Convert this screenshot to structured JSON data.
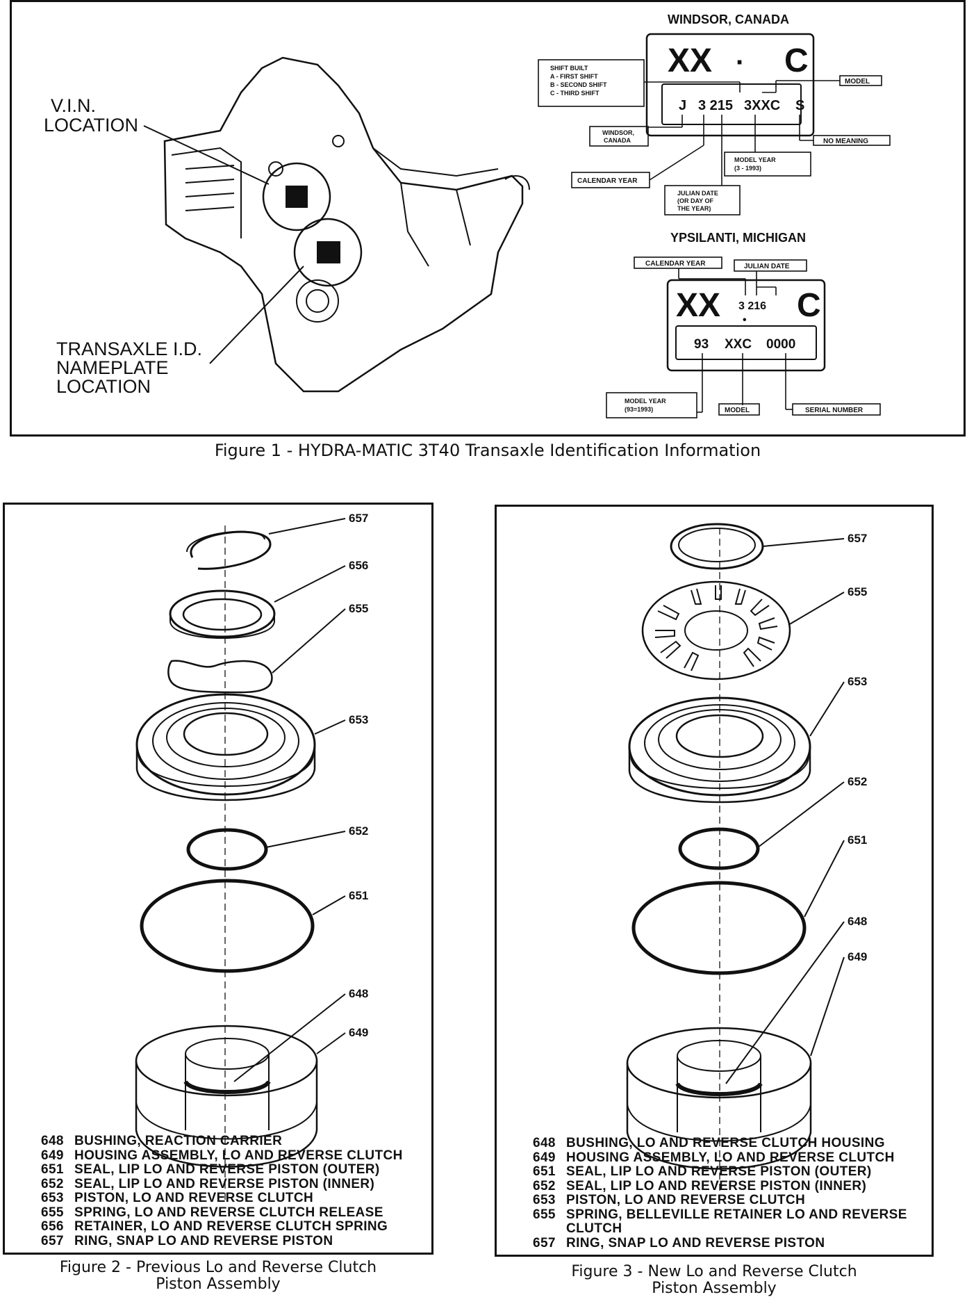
{
  "figure1": {
    "caption": "Figure 1  - HYDRA-MATIC 3T40 Transaxle Identification Information",
    "vin_label": [
      "V.I.N.",
      "LOCATION"
    ],
    "nameplate_label": [
      "TRANSAXLE I.D.",
      "NAMEPLATE",
      "LOCATION"
    ],
    "windsor": {
      "title": "WINDSOR, CANADA",
      "plate_top_left": "XX",
      "plate_top_dot": "·",
      "plate_top_right": "C",
      "plate_codes": [
        "J",
        "3 215",
        "3XXC",
        "S"
      ],
      "shift_built": [
        "SHIFT BUILT",
        "A - FIRST SHIFT",
        "B - SECOND SHIFT",
        "C - THIRD SHIFT"
      ],
      "model": "MODEL",
      "no_meaning": "NO MEANING",
      "plant": [
        "WINDSOR,",
        "CANADA"
      ],
      "model_year": [
        "MODEL YEAR",
        "(3 - 1993)"
      ],
      "calendar_year": "CALENDAR YEAR",
      "julian_date": [
        "JULIAN DATE",
        "(OR DAY OF",
        "THE YEAR)"
      ]
    },
    "ypsilanti": {
      "title": "YPSILANTI, MICHIGAN",
      "calendar_year": "CALENDAR YEAR",
      "julian_date": "JULIAN DATE",
      "plate_top_left": "XX",
      "plate_top_mid": "3 216",
      "plate_top_dot": "•",
      "plate_top_right": "C",
      "plate_codes": [
        "93",
        "XXC",
        "0000"
      ],
      "model_year": [
        "MODEL YEAR",
        "(93=1993)"
      ],
      "model": "MODEL",
      "serial_number": "SERIAL NUMBER"
    }
  },
  "figure2": {
    "caption_line1": "Figure 2 - Previous Lo and Reverse Clutch",
    "caption_line2": "Piston Assembly",
    "callouts": [
      "657",
      "656",
      "655",
      "653",
      "652",
      "651",
      "648",
      "649"
    ],
    "legend": [
      {
        "num": "648",
        "desc": "BUSHING, REACTION CARRIER"
      },
      {
        "num": "649",
        "desc": "HOUSING ASSEMBLY, LO AND REVERSE CLUTCH"
      },
      {
        "num": "651",
        "desc": "SEAL, LIP LO AND REVERSE PISTON (OUTER)"
      },
      {
        "num": "652",
        "desc": "SEAL, LIP LO AND REVERSE PISTON (INNER)"
      },
      {
        "num": "653",
        "desc": "PISTON, LO AND REVERSE CLUTCH"
      },
      {
        "num": "655",
        "desc": "SPRING, LO AND REVERSE CLUTCH RELEASE"
      },
      {
        "num": "656",
        "desc": "RETAINER, LO AND REVERSE CLUTCH SPRING"
      },
      {
        "num": "657",
        "desc": "RING, SNAP LO AND REVERSE PISTON"
      }
    ]
  },
  "figure3": {
    "caption_line1": "Figure 3 - New Lo and Reverse Clutch",
    "caption_line2": "Piston Assembly",
    "callouts": [
      "657",
      "655",
      "653",
      "652",
      "651",
      "648",
      "649"
    ],
    "legend": [
      {
        "num": "648",
        "desc": "BUSHING, LO AND REVERSE CLUTCH HOUSING"
      },
      {
        "num": "649",
        "desc": "HOUSING ASSEMBLY, LO AND REVERSE CLUTCH"
      },
      {
        "num": "651",
        "desc": "SEAL, LIP LO AND REVERSE PISTON (OUTER)"
      },
      {
        "num": "652",
        "desc": "SEAL, LIP LO AND REVERSE PISTON (INNER)"
      },
      {
        "num": "653",
        "desc": "PISTON, LO AND REVERSE CLUTCH"
      },
      {
        "num": "655",
        "desc": "SPRING, BELLEVILLE RETAINER LO AND REVERSE CLUTCH"
      },
      {
        "num": "657",
        "desc": "RING, SNAP LO AND REVERSE PISTON"
      }
    ]
  }
}
